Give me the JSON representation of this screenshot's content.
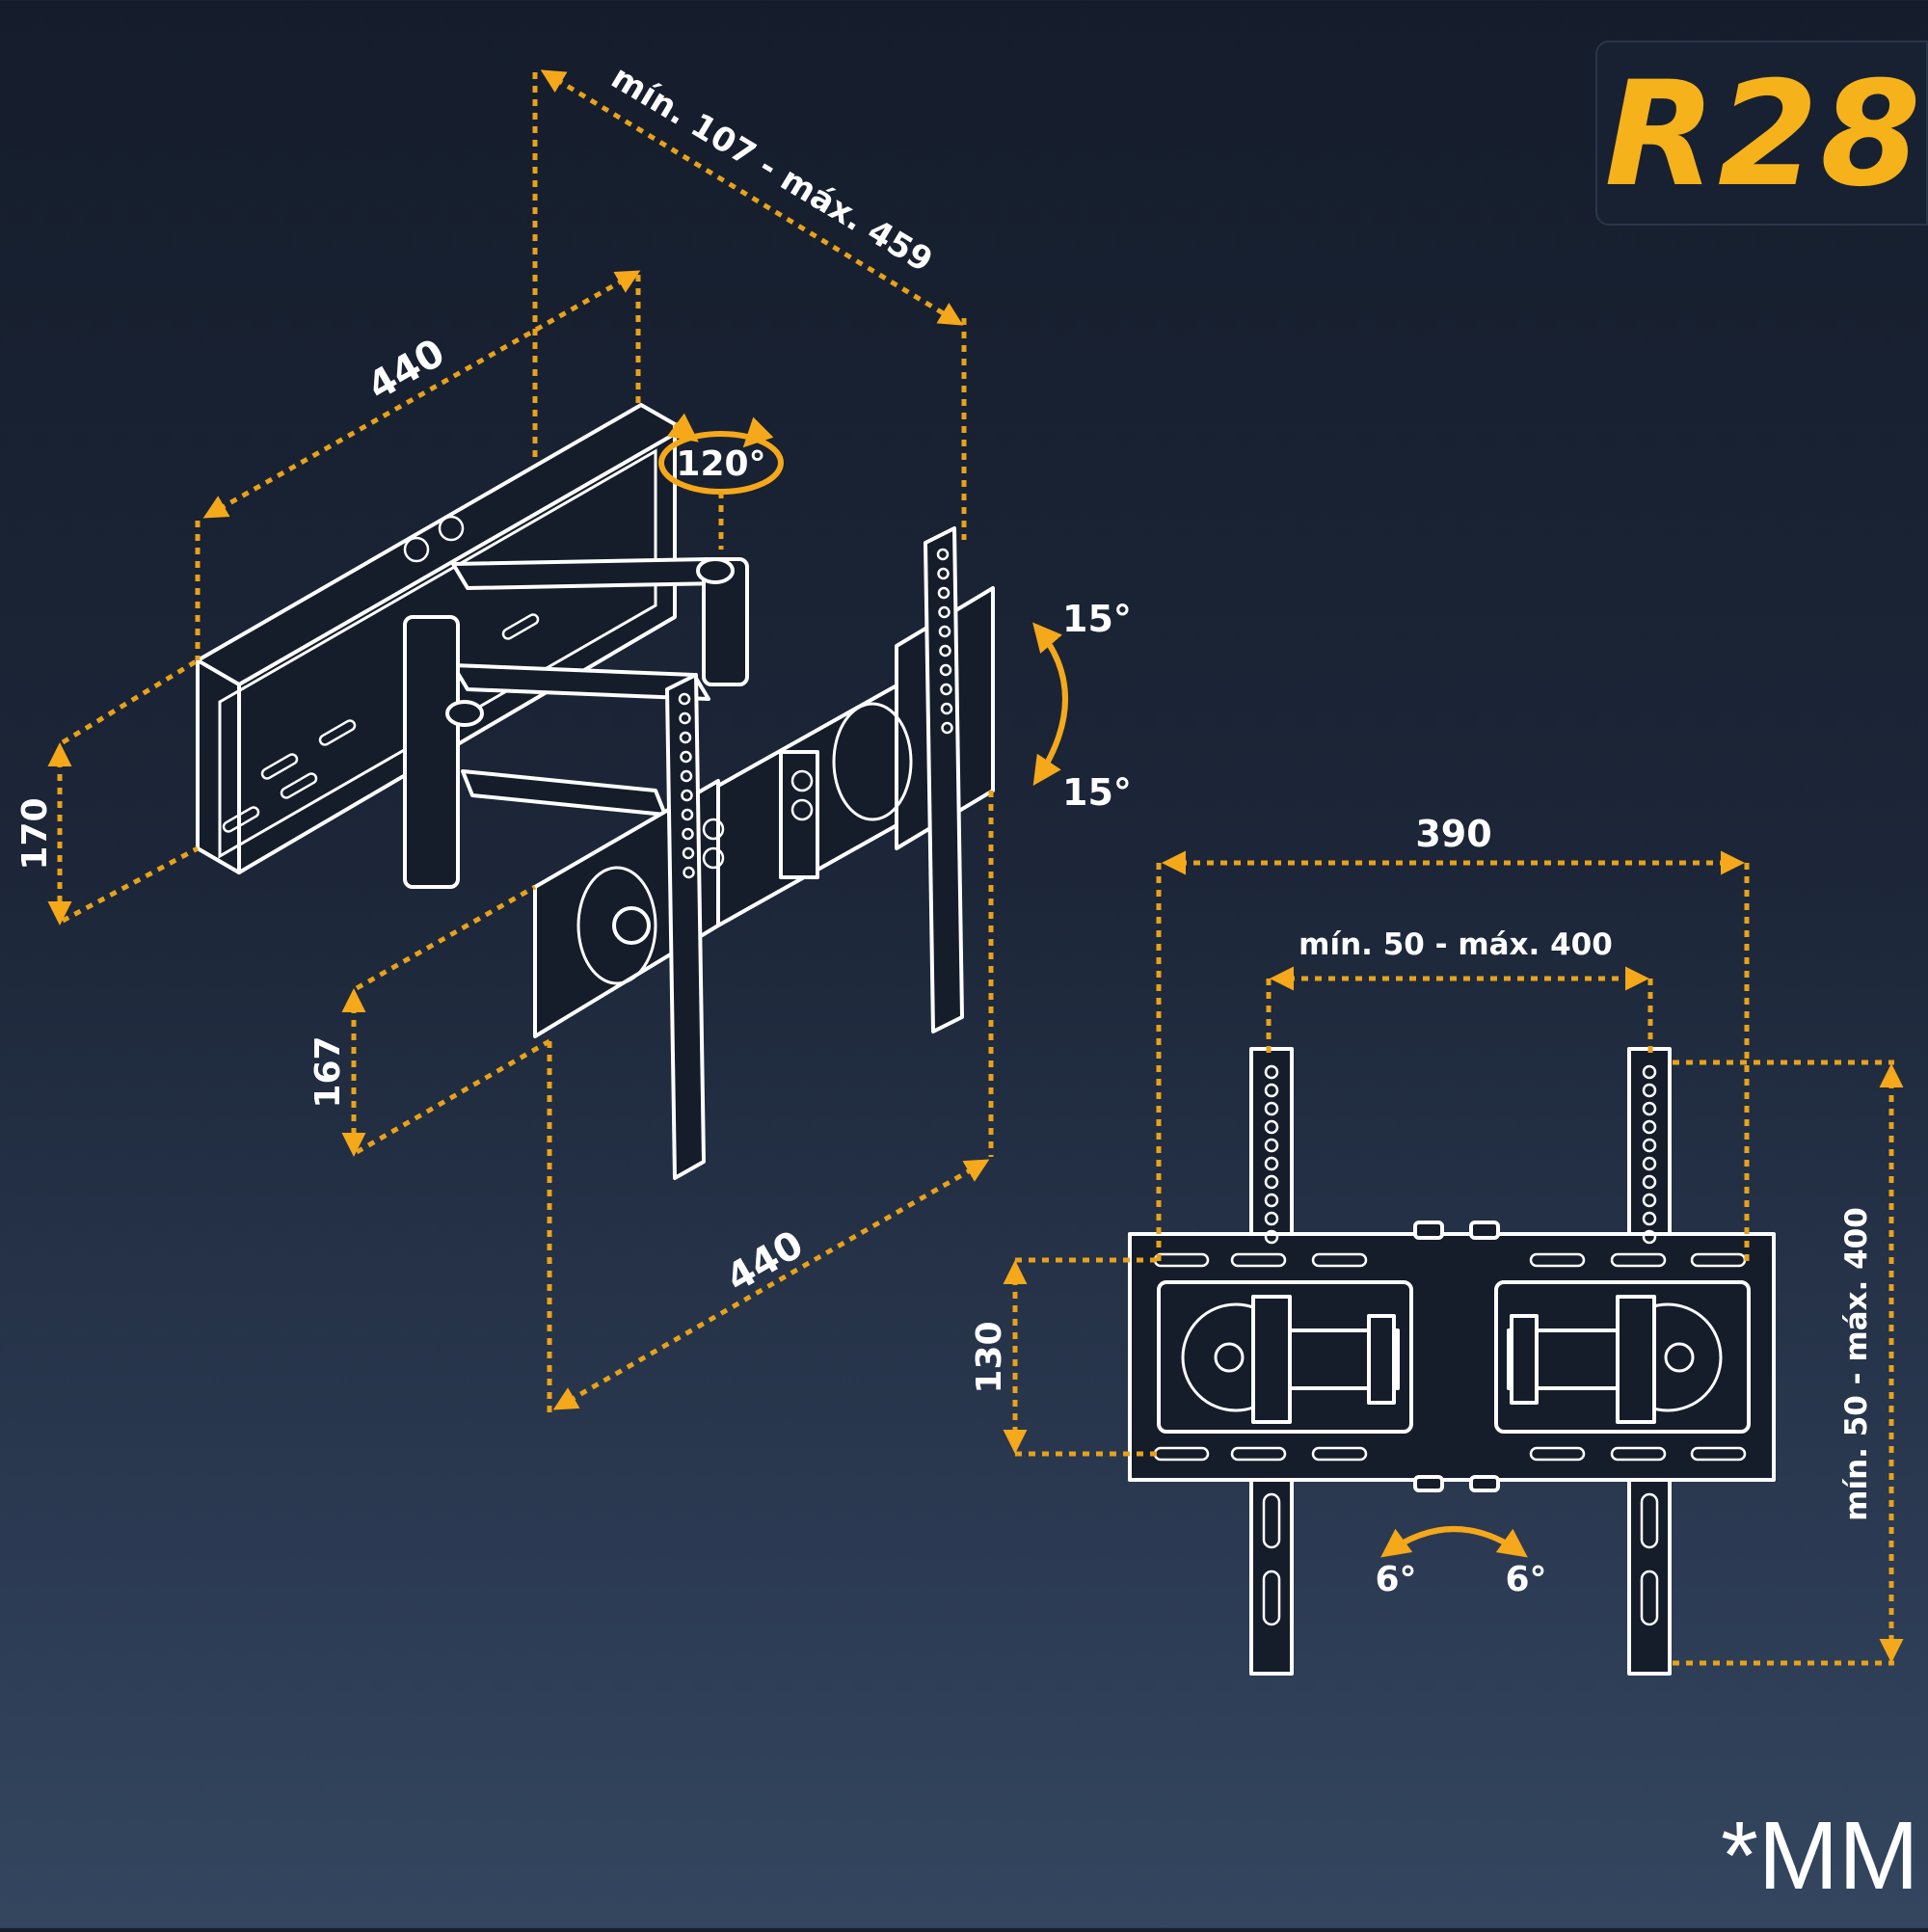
{
  "model": "R28",
  "units_note": "*MM",
  "iso_view": {
    "depth_range": "mín. 107 - máx. 459",
    "arm_width_top": "440",
    "swivel": "120°",
    "wall_plate_height": "170",
    "tilt_up": "15°",
    "tilt_down": "15°",
    "tv_plate_height": "167",
    "arm_width_bottom": "440"
  },
  "front_view": {
    "plate_width": "390",
    "vesa_horizontal": "mín. 50 - máx. 400",
    "plate_height": "130",
    "vesa_vertical": "mín. 50 - máx. 400",
    "rotate_left": "6°",
    "rotate_right": "6°"
  },
  "colors": {
    "accent": "#f5a81a",
    "line": "#ffffff",
    "background": "#1c2638"
  }
}
